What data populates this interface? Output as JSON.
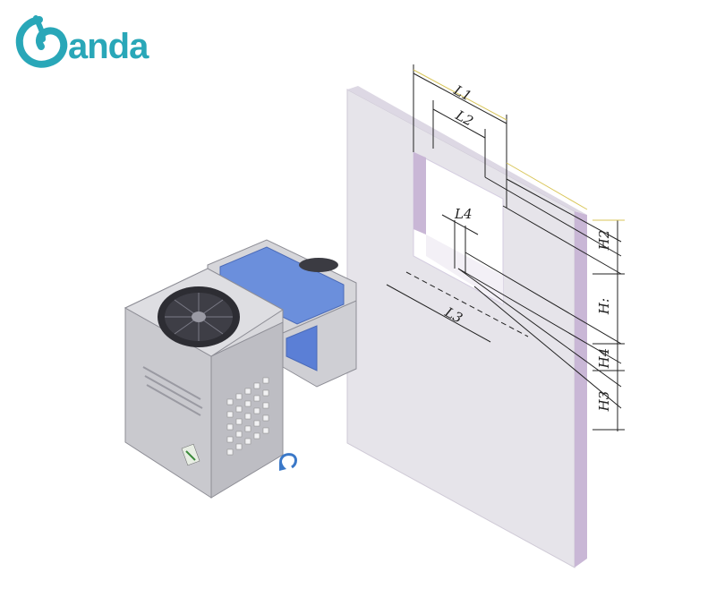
{
  "brand": {
    "name": "anda",
    "color": "#29a7b8"
  },
  "dimensions": {
    "L1": "L1",
    "L2": "L2",
    "L3": "L3",
    "L4": "L4",
    "H1": "H:",
    "H2": "H2",
    "H3": "H3",
    "H4": "H4"
  },
  "colors": {
    "wall": "#e6e4ea",
    "wall_edge": "#c9b7d6",
    "unit_body": "#d8d8dc",
    "unit_dark": "#bcbcc2",
    "coil_blue": "#5b7fd6",
    "dim_line": "#d9c65a"
  }
}
